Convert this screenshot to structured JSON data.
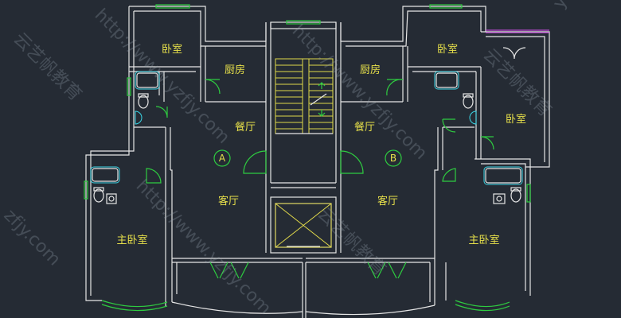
{
  "rooms": {
    "bedroom_left": "卧室",
    "kitchen_left": "厨房",
    "dining_left": "餐厅",
    "living_left": "客厅",
    "master_left": "主卧室",
    "kitchen_right": "厨房",
    "dining_right": "餐厅",
    "bedroom_right_top": "卧室",
    "bedroom_right_side": "卧室",
    "living_right": "客厅",
    "master_right": "主卧室"
  },
  "axes": {
    "a": "A",
    "b": "B"
  },
  "watermarks": {
    "url1": "http://www.yzfjy.com",
    "url2": "http://www.yzfjy.com",
    "url3": "http://www.yzfjy.com",
    "brand1": "云艺帆教育",
    "brand2": "云艺帆教育",
    "brand3": "云艺帆教育",
    "corner_top": "yzfjy",
    "corner_left": "zfjy.com"
  },
  "colors": {
    "background": "#252b34",
    "walls": "#e6e6e6",
    "windows": "#2ecc40",
    "labels": "#e7e04a",
    "fixtures": "#3ad6e6"
  }
}
